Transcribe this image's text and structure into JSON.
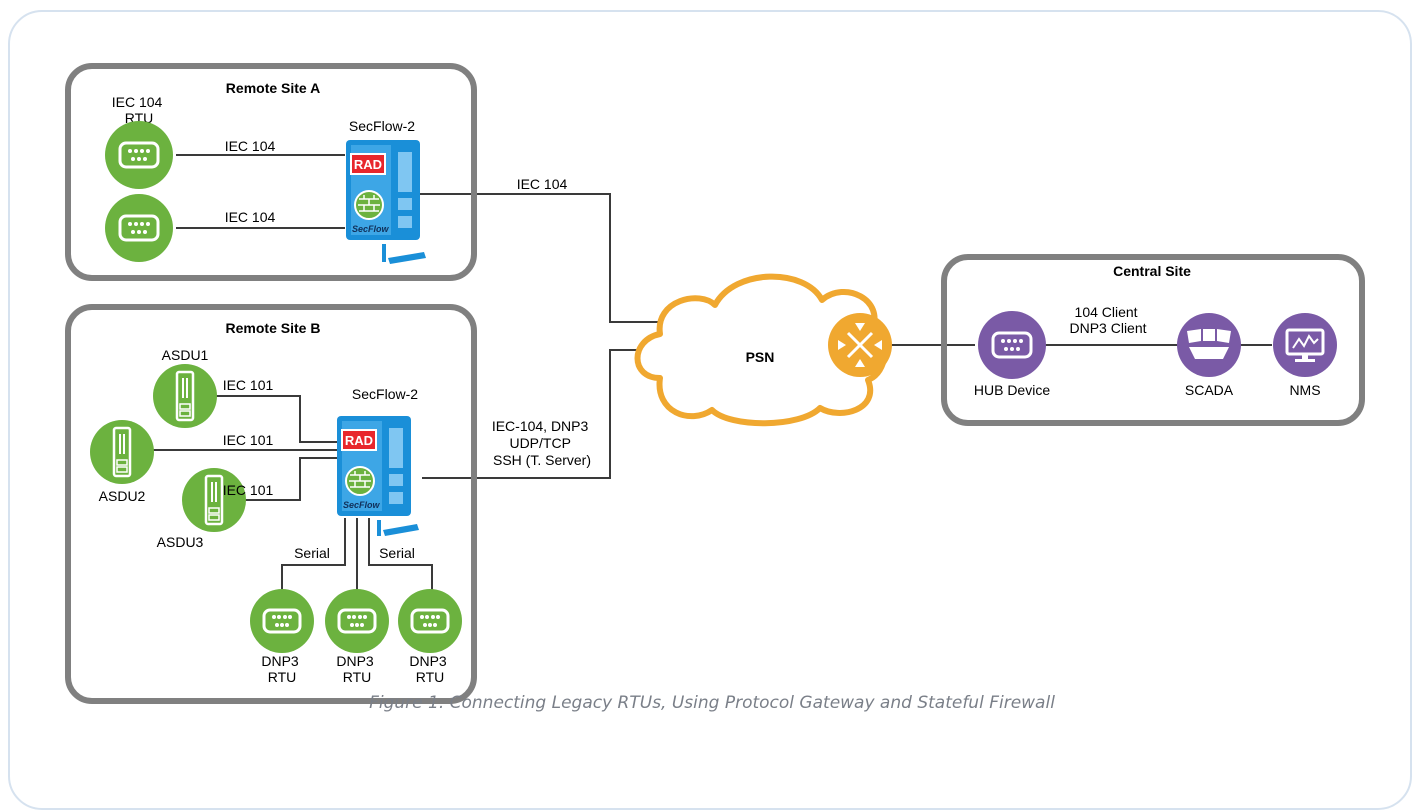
{
  "figure": {
    "caption": "Figure 1.  Connecting Legacy RTUs, Using Protocol Gateway and Stateful Firewall"
  },
  "colors": {
    "site_border": "#808080",
    "rtu_green": "#6cb23f",
    "device_blue": "#1a8fd8",
    "rad_red": "#e8262c",
    "psn_orange": "#f0a830",
    "central_purple": "#7a5aa6",
    "link_line": "#3a3a3a",
    "caption_text": "#7a7f88"
  },
  "site_a": {
    "title": "Remote Site A",
    "rtu_label_line1": "IEC 104",
    "rtu_label_line2": "RTU",
    "link1_label": "IEC 104",
    "link2_label": "IEC 104",
    "device_label": "SecFlow-2",
    "device_brand": "RAD",
    "device_logo": "SecFlow",
    "uplink_label": "IEC 104"
  },
  "site_b": {
    "title": "Remote Site B",
    "device_label": "SecFlow-2",
    "device_brand": "RAD",
    "device_logo": "SecFlow",
    "asdu1_label": "ASDU1",
    "asdu2_label": "ASDU2",
    "asdu3_label": "ASDU3",
    "link_asdu1": "IEC 101",
    "link_asdu2": "IEC 101",
    "link_asdu3": "IEC 101",
    "serial_left": "Serial",
    "serial_right": "Serial",
    "rtus": [
      {
        "line1": "DNP3",
        "line2": "RTU"
      },
      {
        "line1": "DNP3",
        "line2": "RTU"
      },
      {
        "line1": "DNP3",
        "line2": "RTU"
      }
    ],
    "uplink_label_1": "IEC-104, DNP3",
    "uplink_label_2": "UDP/TCP",
    "uplink_label_3": "SSH (T. Server)"
  },
  "network": {
    "psn_label": "PSN",
    "router_icon": "router-icon"
  },
  "central": {
    "title": "Central Site",
    "hub_label": "HUB Device",
    "link_label_1": "104 Client",
    "link_label_2": "DNP3 Client",
    "scada_label": "SCADA",
    "nms_label": "NMS"
  }
}
